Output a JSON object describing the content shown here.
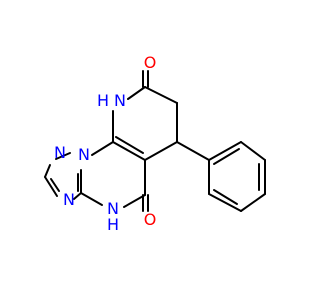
{
  "colors": {
    "background": "#ffffff",
    "bond": "#000000",
    "nitrogen": "#0000ff",
    "oxygen": "#ff0000"
  },
  "atoms": {
    "o_top": "O",
    "o_bottom": "O",
    "nh_ring": "N",
    "nh_ring_h": "H",
    "n_bridge": "N",
    "n_triazole_top": "N",
    "n_triazole_bottom": "N",
    "nh_bottom": "N",
    "nh_bottom_h": "H"
  }
}
